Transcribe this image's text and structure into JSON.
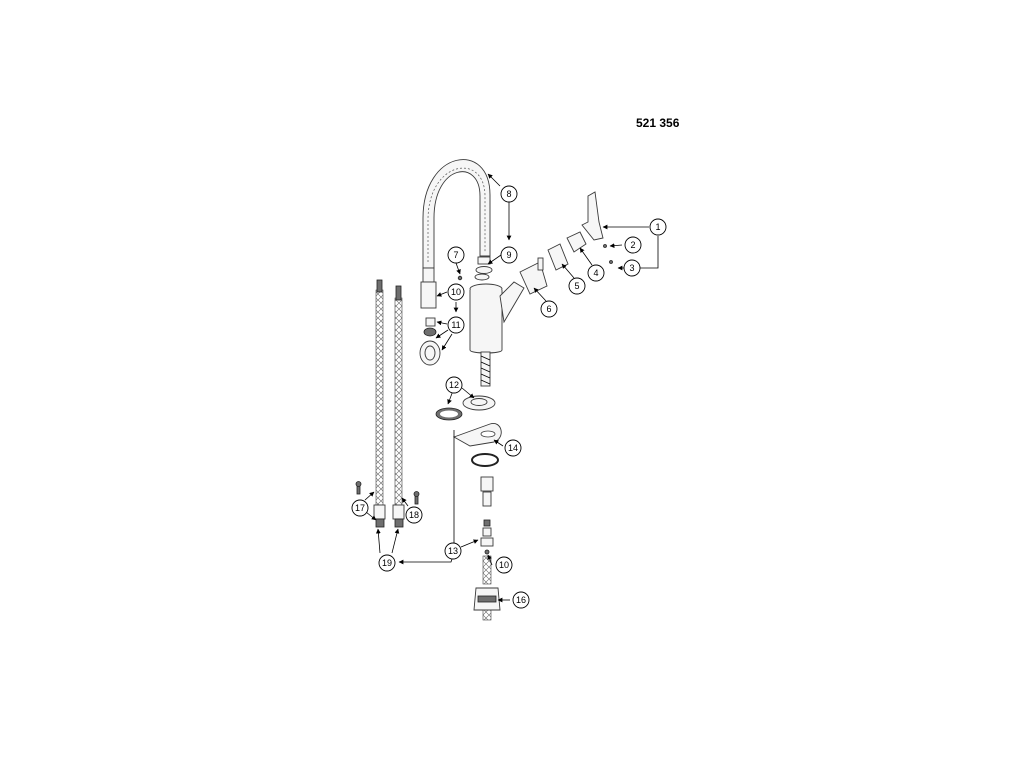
{
  "drawing": {
    "code": "521 356",
    "callouts": [
      {
        "label": "1"
      },
      {
        "label": "2"
      },
      {
        "label": "3"
      },
      {
        "label": "4"
      },
      {
        "label": "5"
      },
      {
        "label": "6"
      },
      {
        "label": "7"
      },
      {
        "label": "8"
      },
      {
        "label": "9"
      },
      {
        "label": "10"
      },
      {
        "label": "11"
      },
      {
        "label": "12"
      },
      {
        "label": "13"
      },
      {
        "label": "14"
      },
      {
        "label": "10"
      },
      {
        "label": "16"
      },
      {
        "label": "17"
      },
      {
        "label": "18"
      },
      {
        "label": "19"
      }
    ]
  }
}
